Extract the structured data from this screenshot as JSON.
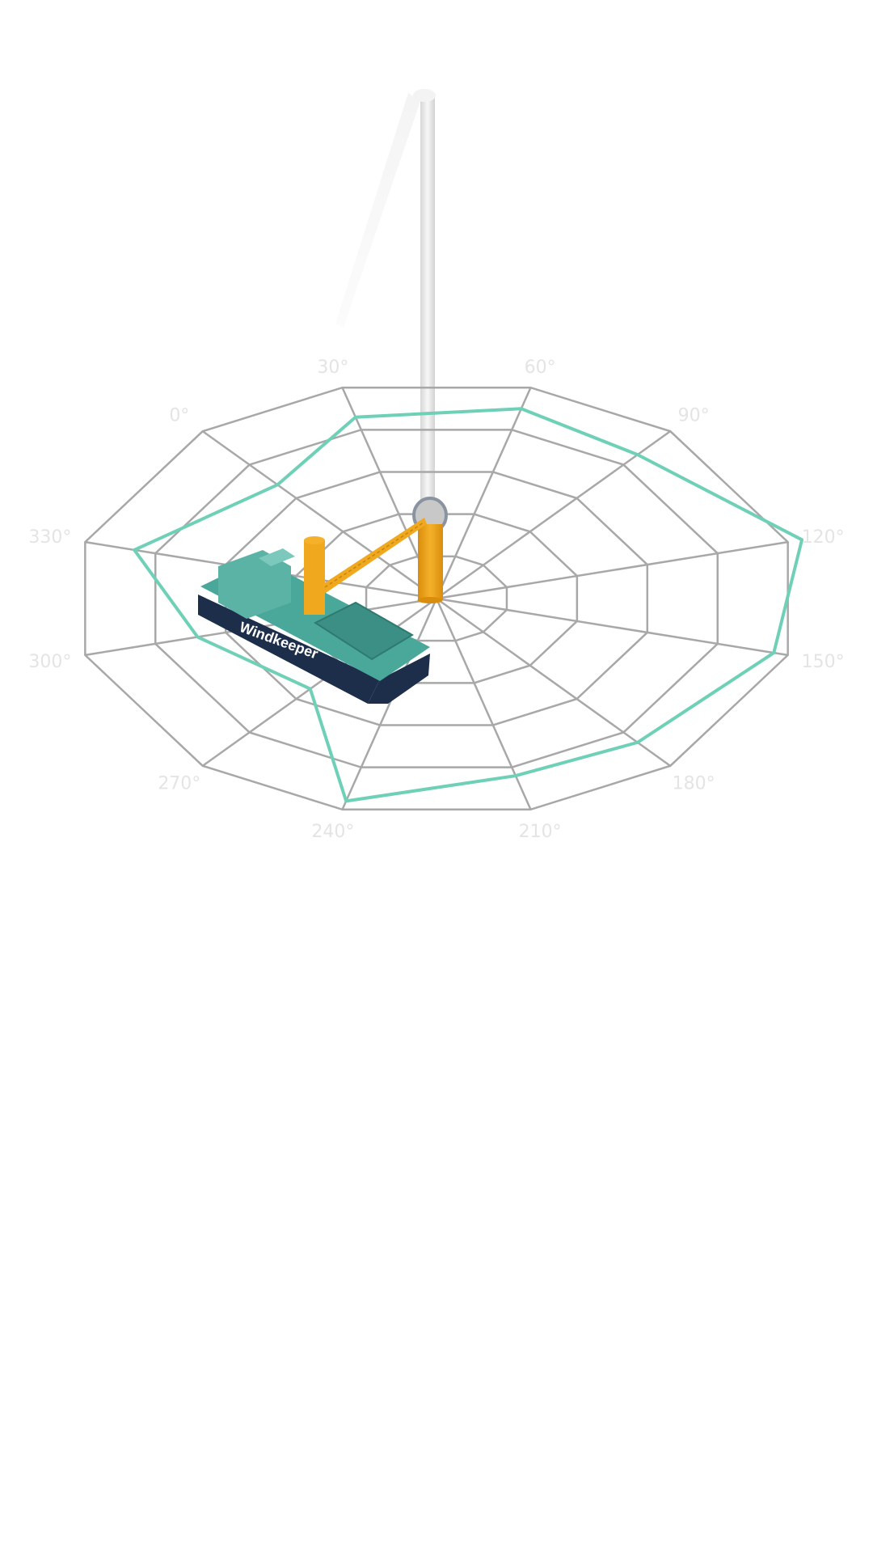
{
  "chart_data": {
    "type": "radar",
    "title": "",
    "grid": true,
    "rings": 5,
    "angles": [
      "0°",
      "30°",
      "60°",
      "90°",
      "120°",
      "150°",
      "180°",
      "210°",
      "240°",
      "270°",
      "300°",
      "330°"
    ],
    "series": [
      {
        "values": [
          3.4,
          4.3,
          4.5,
          4.3,
          5.2,
          4.8,
          4.3,
          4.2,
          4.8,
          2.7,
          3.4,
          4.3
        ],
        "color": "#6fd0b8"
      }
    ]
  },
  "vessel": {
    "name": "Windkeeper",
    "hull_color": "#4aa89a",
    "hull_bottom_color": "#1c2e4a",
    "equipment_color": "#f0a81e"
  },
  "turbine": {
    "tower_color": "#e6e6e6",
    "monopile_color": "#f0a81e"
  }
}
